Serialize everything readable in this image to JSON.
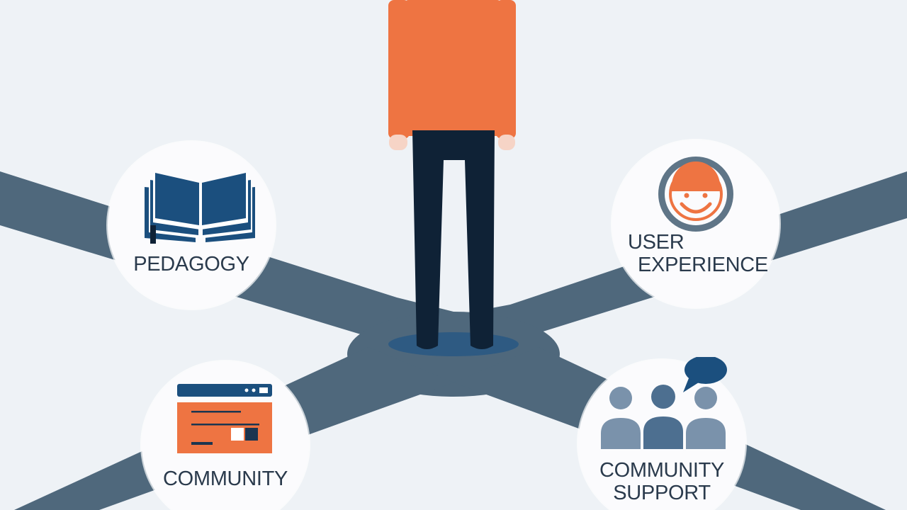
{
  "colors": {
    "background": "#eef2f6",
    "road": "#4f687c",
    "shirt": "#ee7442",
    "pants": "#0f2236",
    "skin": "#f6d4c6",
    "shadow": "#2e5a82",
    "book": "#1b4f7e",
    "face_ring": "#5f7587",
    "orange": "#ee7442",
    "people": "#5f7e9c",
    "bubble": "#1b4f7e",
    "circle_fill": "#fbfbfd",
    "label_text": "#2a3a4c"
  },
  "nodes": {
    "pedagogy": {
      "label": "PEDAGOGY",
      "icon": "open-book-icon"
    },
    "user_experience": {
      "line1": "USER",
      "line2": "EXPERIENCE",
      "icon": "smiley-face-icon"
    },
    "community": {
      "label": "COMMUNITY",
      "icon": "browser-window-icon"
    },
    "community_support": {
      "line1": "COMMUNITY",
      "line2": "SUPPORT",
      "icon": "people-group-icon"
    }
  },
  "figure": {
    "icon": "standing-person-icon"
  }
}
